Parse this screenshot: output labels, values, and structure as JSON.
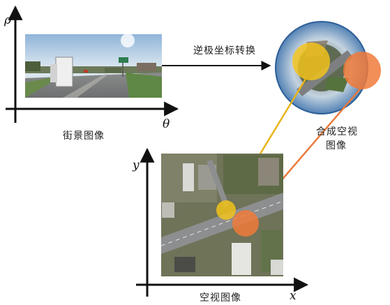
{
  "top_left": {
    "axis_vertical": "ρ",
    "axis_horizontal": "θ",
    "caption": "街景图像"
  },
  "transform_label": "逆极坐标转换",
  "synthetic_caption_line1": "合成空视",
  "synthetic_caption_line2": "图像",
  "bottom": {
    "axis_vertical": "y",
    "axis_horizontal": "x",
    "caption": "空视图像"
  },
  "colors": {
    "yellow_marker": "#f5c518",
    "orange_marker": "#f07a3a",
    "yellow_line": "#e8b417",
    "orange_line": "#ea7a3c",
    "axis": "#111111"
  }
}
